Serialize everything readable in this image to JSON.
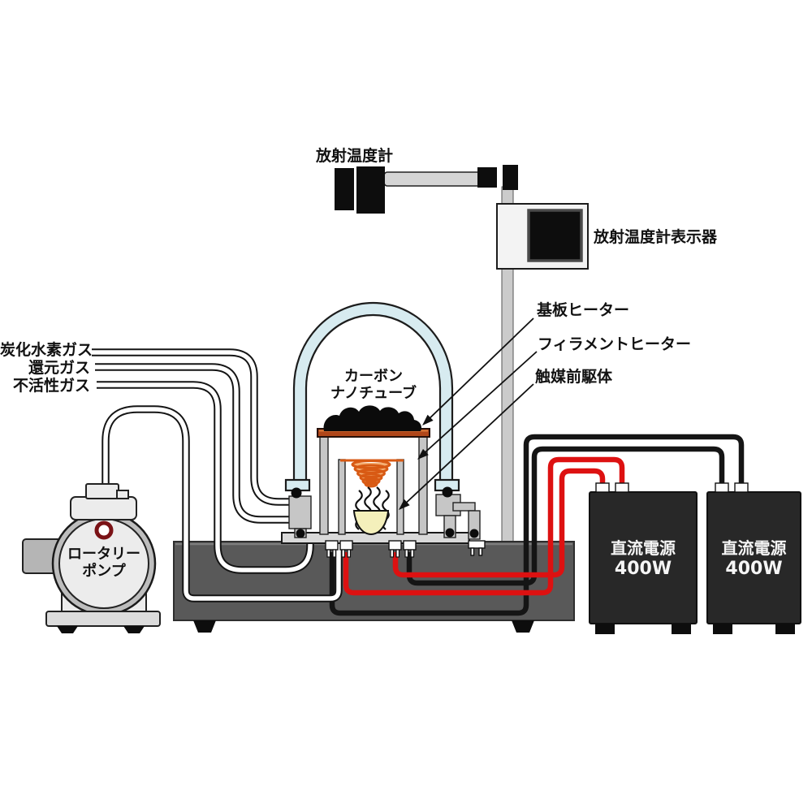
{
  "labels": {
    "radiation_thermometer": "放射温度計",
    "radiation_thermometer_display": "放射温度計表示器",
    "substrate_heater": "基板ヒーター",
    "filament_heater": "フィラメントヒーター",
    "catalyst_precursor": "触媒前駆体",
    "hydrocarbon_gas": "炭化水素ガス",
    "reducing_gas": "還元ガス",
    "inert_gas": "不活性ガス",
    "carbon_nanotube_line1": "カーボン",
    "carbon_nanotube_line2": "ナノチューブ",
    "rotary_pump_line1": "ロータリー",
    "rotary_pump_line2": "ポンプ",
    "dc_power_supply_left_line1": "直流電源",
    "dc_power_supply_left_line2": "400W",
    "dc_power_supply_right_line1": "直流電源",
    "dc_power_supply_right_line2": "400W"
  },
  "colors": {
    "wire_positive": "#dd1111",
    "wire_negative": "#151515",
    "glass": "#d7ebf0",
    "substrate_heater_plate": "#b04619",
    "filament_coil": "#d85a14",
    "catalyst_crucible": "#f4f0bb",
    "platform": "#595959",
    "power_supply_body": "#282828",
    "pump_body": "#ececec"
  }
}
